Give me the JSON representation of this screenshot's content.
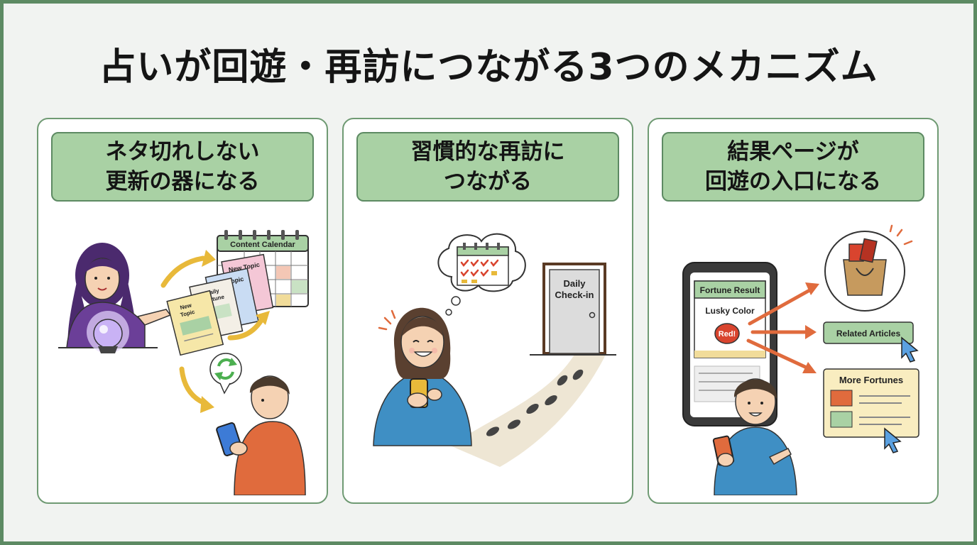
{
  "title": "占いが回遊・再訪につながる3つのメカニズム",
  "panels": [
    {
      "heading_line1": "ネタ切れしない",
      "heading_line2": "更新の器になる",
      "illustration": {
        "calendar_label": "Content Calendar",
        "card_new_topic_back": "New Topic",
        "card_new_topic_mid": "New Topic",
        "card_daily_line1": "Daily",
        "card_daily_line2": "Fortune",
        "card_new_line1": "New",
        "card_new_line2": "Topic",
        "icons": [
          "fortune-teller-icon",
          "crystal-ball-icon",
          "refresh-icon",
          "smartphone-icon"
        ]
      }
    },
    {
      "heading_line1": "習慣的な再訪に",
      "heading_line2": "つながる",
      "illustration": {
        "door_line1": "Daily",
        "door_line2": "Check-in",
        "icons": [
          "calendar-icon",
          "door-icon",
          "footprints-icon",
          "smartphone-icon"
        ]
      }
    },
    {
      "heading_line1": "結果ページが",
      "heading_line2": "回遊の入口になる",
      "illustration": {
        "result_title": "Fortune Result",
        "lucky_label": "Lusky Color",
        "lucky_value": "Red!",
        "related_label": "Related Articles",
        "more_label": "More Fortunes",
        "icons": [
          "shopping-bag-icon",
          "cursor-icon",
          "smartphone-icon"
        ]
      }
    }
  ],
  "colors": {
    "frame": "#5d8a63",
    "background": "#f1f3f1",
    "heading_fill": "#a9d1a4",
    "accent_yellow": "#e8b93a",
    "accent_red": "#d9442e",
    "accent_orange": "#e06b3d"
  }
}
